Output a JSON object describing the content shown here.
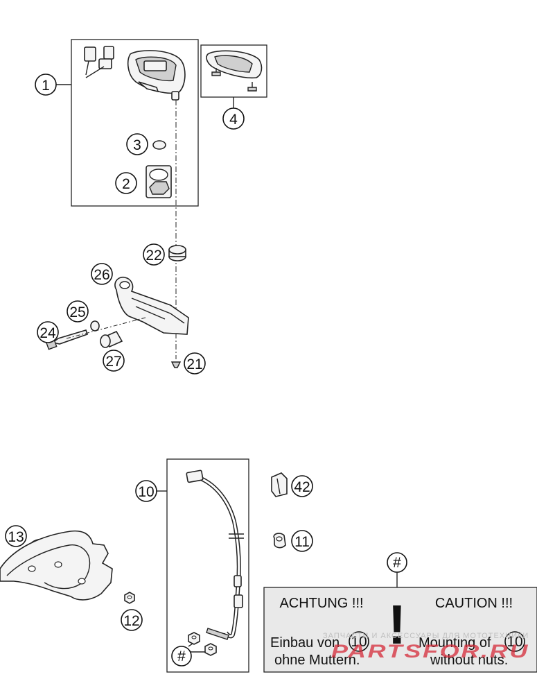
{
  "callouts": {
    "c1": "1",
    "c2": "2",
    "c3": "3",
    "c4": "4",
    "c10": "10",
    "c11": "11",
    "c12": "12",
    "c13": "13",
    "c21": "21",
    "c22": "22",
    "c24": "24",
    "c25": "25",
    "c26": "26",
    "c27": "27",
    "c42": "42",
    "hash": "#"
  },
  "caution_box": {
    "heading_de": "ACHTUNG !!!",
    "heading_en": "CAUTION !!!",
    "exclamation": "!",
    "hash_marker": "#",
    "line1_de_prefix": "Einbau von",
    "line1_de_ref": "10",
    "line2_de": "ohne Muttern.",
    "line1_en_prefix": "Mounting of",
    "line1_en_ref": "10",
    "line2_en": "without nuts."
  },
  "watermark": {
    "caption": "ЗАПЧАСТИ И АКСЕССУАРЫ ДЛЯ МОТОТЕХНИКИ",
    "brand": "PARTSFOR.RU",
    "brand_color": "#d52b3a"
  }
}
